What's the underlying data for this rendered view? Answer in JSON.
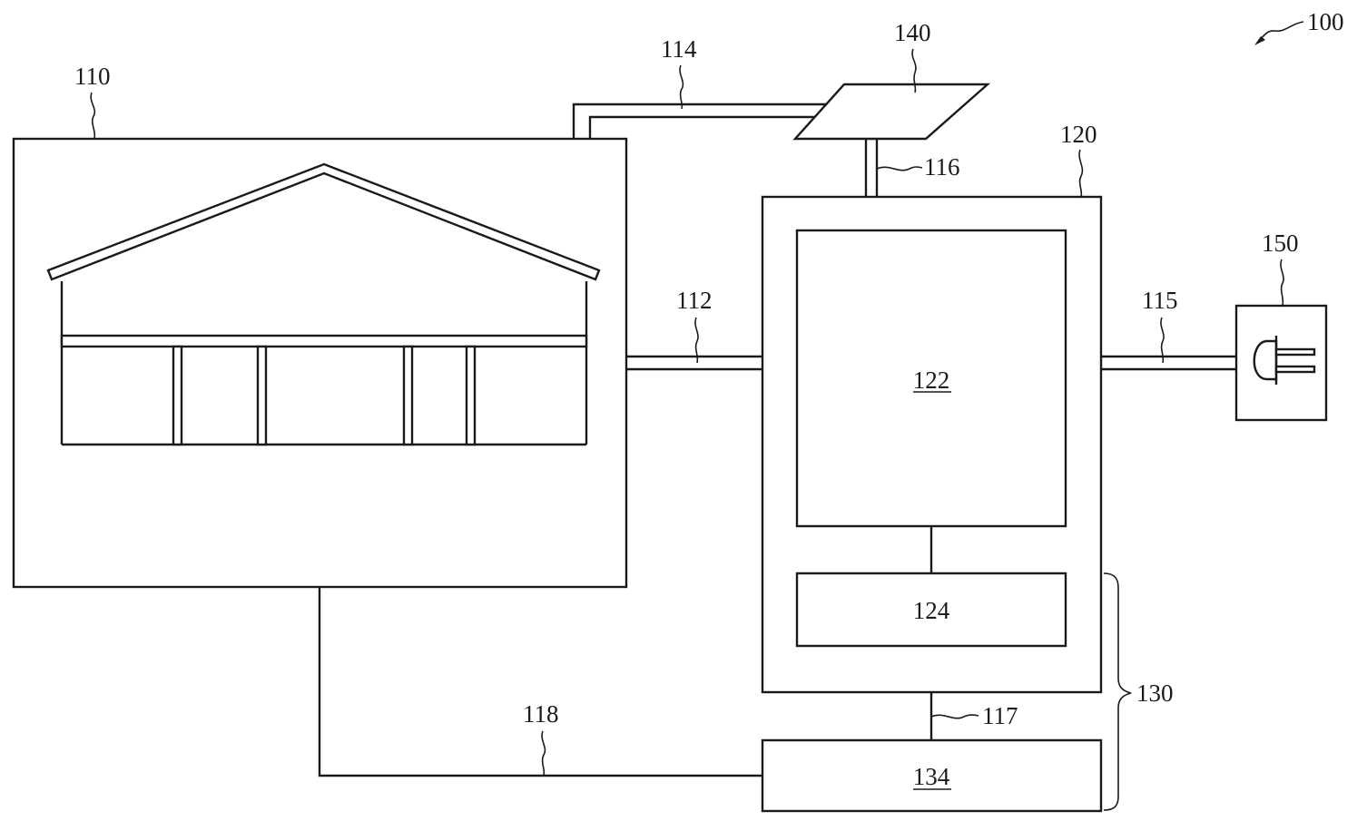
{
  "labels": {
    "system": "100",
    "house": "110",
    "controller": "120",
    "unit_130": "130",
    "panel": "140",
    "outlet": "150",
    "line_112": "112",
    "line_114": "114",
    "line_115": "115",
    "line_116": "116",
    "line_117": "117",
    "line_118": "118",
    "block_122": "122",
    "block_124": "124",
    "block_134": "134"
  },
  "colors": {
    "line": "#1a1a1a",
    "background": "#ffffff"
  },
  "icons": {
    "outlet": "power-plug-icon",
    "panel": "solar-panel-icon",
    "house": "house-icon"
  }
}
